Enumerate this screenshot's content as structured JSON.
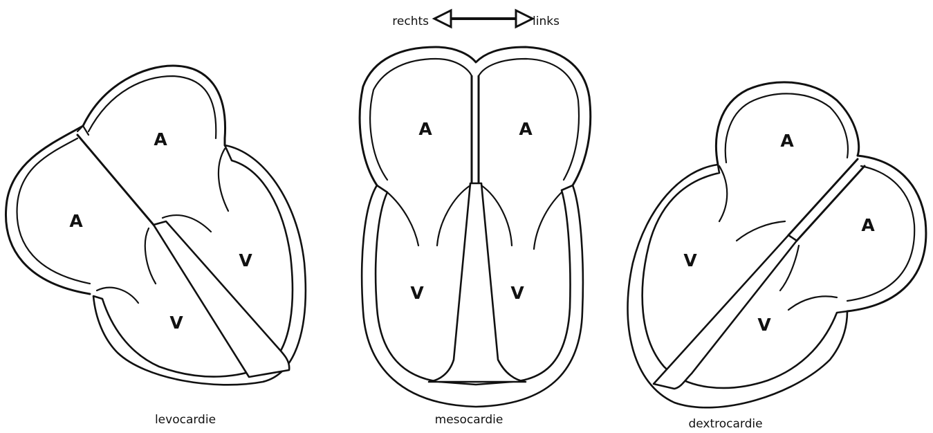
{
  "orientation": {
    "left_label": "rechts",
    "right_label": "links"
  },
  "hearts": [
    {
      "caption": "levocardie",
      "chambers": {
        "atrium_upper": "A",
        "atrium_side": "A",
        "ventricle_right": "V",
        "ventricle_left": "V"
      }
    },
    {
      "caption": "mesocardie",
      "chambers": {
        "atrium_left": "A",
        "atrium_right": "A",
        "ventricle_left": "V",
        "ventricle_right": "V"
      }
    },
    {
      "caption": "dextrocardie",
      "chambers": {
        "atrium_upper": "A",
        "atrium_side": "A",
        "ventricle_left": "V",
        "ventricle_right": "V"
      }
    }
  ],
  "colors": {
    "ink": "#111111",
    "background": "#ffffff"
  }
}
